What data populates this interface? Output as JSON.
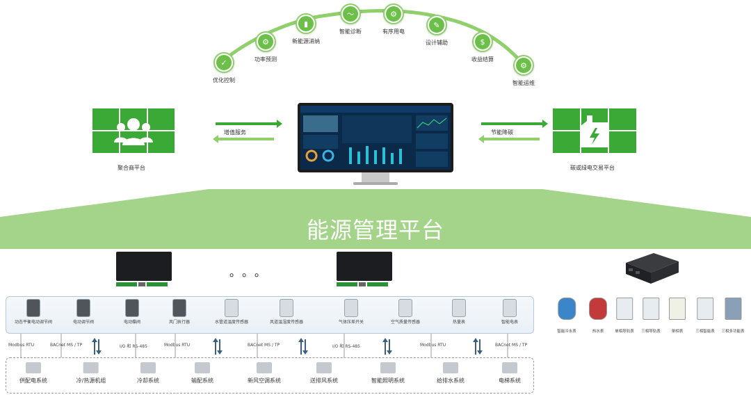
{
  "arc_features": [
    {
      "label": "优化控制",
      "icon": "monitor-check-icon"
    },
    {
      "label": "功率预测",
      "icon": "monitor-gear-icon"
    },
    {
      "label": "新能源消纳",
      "icon": "battery-icon"
    },
    {
      "label": "智能诊断",
      "icon": "pulse-search-icon"
    },
    {
      "label": "有序用电",
      "icon": "gear-icon"
    },
    {
      "label": "设计辅助",
      "icon": "pencil-ruler-icon"
    },
    {
      "label": "收益结算",
      "icon": "money-bag-icon"
    },
    {
      "label": "智能运维",
      "icon": "gear-wrench-icon"
    }
  ],
  "left_platform": {
    "label": "聚合商平台",
    "icon": "group-icon"
  },
  "right_platform": {
    "label": "碳或绿电交易平台",
    "icon": "factory-bolt-icon"
  },
  "left_arrow_label": "增值服务",
  "right_arrow_label": "节能降碳",
  "banner_title": "能源管理平台",
  "dots": "。。。",
  "field_devices": [
    {
      "label": "动态平衡电动调节阀"
    },
    {
      "label": "电动调节阀"
    },
    {
      "label": "电动蝶阀"
    },
    {
      "label": "风门执行器"
    },
    {
      "label": "水管道温度传感器"
    },
    {
      "label": "风道温湿度传感器"
    },
    {
      "label": "气体压差开关"
    },
    {
      "label": "空气质量传感器"
    },
    {
      "label": "热量表"
    },
    {
      "label": "智能电表"
    }
  ],
  "protocols": [
    {
      "label": "Modbus RTU"
    },
    {
      "label": "BACnet MS / TP"
    },
    {
      "label": "I/O 和 RS-485"
    },
    {
      "label": "Modbus RTU"
    },
    {
      "label": "BACnet MS / TP"
    },
    {
      "label": "I/O 和 RS-485"
    },
    {
      "label": "Modbus RTU"
    },
    {
      "label": "BACnet MS / TP"
    }
  ],
  "systems": [
    {
      "label": "供配电系统"
    },
    {
      "label": "冷/热源机组"
    },
    {
      "label": "冷却系统"
    },
    {
      "label": "输配系统"
    },
    {
      "label": "新风空调系统"
    },
    {
      "label": "送排风系统"
    },
    {
      "label": "智能照明系统"
    },
    {
      "label": "给排水系统"
    },
    {
      "label": "电梯系统"
    }
  ],
  "meters": [
    {
      "label": "智能冷水表"
    },
    {
      "label": "热水表"
    },
    {
      "label": "单相导轨表"
    },
    {
      "label": "三相导轨表"
    },
    {
      "label": "单相表"
    },
    {
      "label": "三相智能表"
    },
    {
      "label": "三相多功能表"
    }
  ],
  "colors": {
    "green_dark": "#3aa935",
    "green_light": "#a4d48a",
    "green_icon": "#6cc04a",
    "screen_bg": "#0b2a4a"
  }
}
